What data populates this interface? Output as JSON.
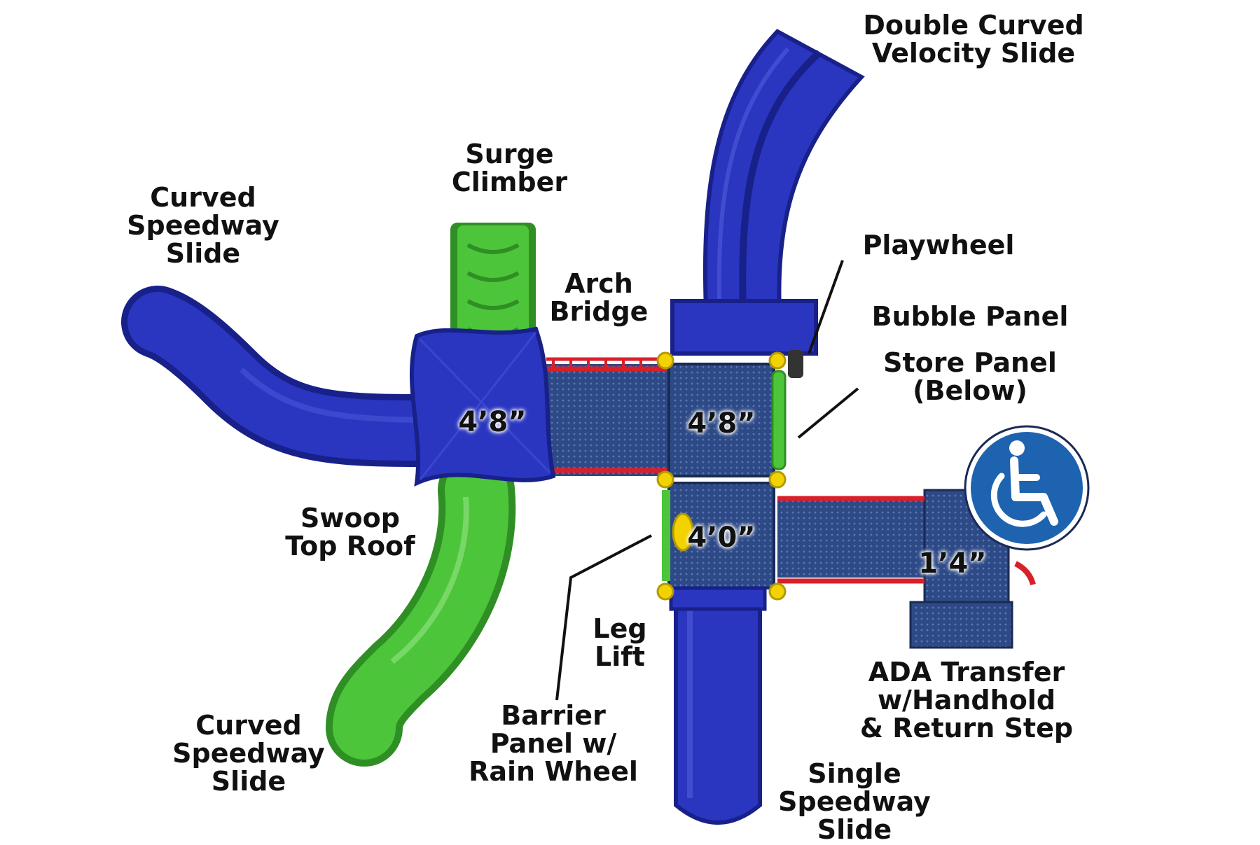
{
  "colors": {
    "blue": "#2a36c0",
    "blue_dark": "#18208a",
    "green": "#4cc53a",
    "green_dark": "#2f8f24",
    "red": "#d8202a",
    "yellow": "#f2d200",
    "deck": "#2e4a86",
    "ada_blue": "#1e63b0"
  },
  "labels": {
    "double_curved": [
      "Double Curved",
      "Velocity Slide"
    ],
    "surge_climber": [
      "Surge",
      "Climber"
    ],
    "curved_speedway_top": [
      "Curved",
      "Speedway",
      "Slide"
    ],
    "playwheel": "Playwheel",
    "arch_bridge": [
      "Arch",
      "Bridge"
    ],
    "bubble_panel": "Bubble Panel",
    "store_panel": [
      "Store Panel",
      "(Below)"
    ],
    "swoop_roof": [
      "Swoop",
      "Top Roof"
    ],
    "leg_lift": [
      "Leg",
      "Lift"
    ],
    "ada_transfer": [
      "ADA Transfer",
      "w/Handhold",
      "& Return Step"
    ],
    "barrier_panel": [
      "Barrier",
      "Panel w/",
      "Rain Wheel"
    ],
    "curved_speedway_bottom": [
      "Curved",
      "Speedway",
      "Slide"
    ],
    "single_speedway": [
      "Single",
      "Speedway",
      "Slide"
    ]
  },
  "deck_heights": {
    "roof_deck": "4’8”",
    "center_deck": "4’8”",
    "lower_deck": "4’0”",
    "transfer": "1’4”"
  },
  "icons": {
    "accessibility": "wheelchair-icon"
  }
}
